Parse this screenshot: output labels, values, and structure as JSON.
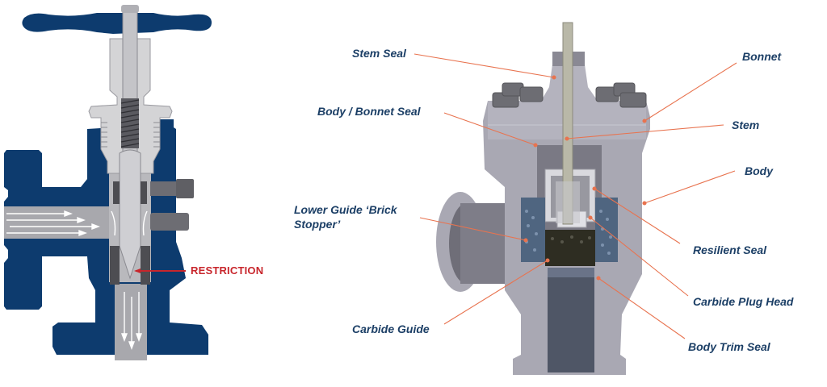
{
  "colors": {
    "navy": "#0d3b6e",
    "steel_light": "#c9c9cc",
    "steel_mid": "#a3a3a8",
    "steel_dark": "#6d6d73",
    "body_gray": "#a9a8b3",
    "body_gray_dark": "#8b8a96",
    "seal_blue": "#4f6580",
    "carbide_dark": "#2e2d22",
    "leader_line": "#e8734f",
    "label_text": "#1c3f66",
    "restriction_red": "#c8262c"
  },
  "left_diagram": {
    "callout": "RESTRICTION",
    "flow_arrows_inlet": 4,
    "flow_arrows_outlet": 3
  },
  "right_diagram": {
    "labels": [
      {
        "id": "stem-seal",
        "text": "Stem Seal"
      },
      {
        "id": "body-bonnet-seal",
        "text": "Body / Bonnet Seal"
      },
      {
        "id": "lower-guide",
        "text": "Lower Guide ‘Brick",
        "text2": "Stopper’"
      },
      {
        "id": "carbide-guide",
        "text": "Carbide Guide"
      },
      {
        "id": "bonnet",
        "text": "Bonnet"
      },
      {
        "id": "stem",
        "text": "Stem"
      },
      {
        "id": "body",
        "text": "Body"
      },
      {
        "id": "resilient-seal",
        "text": "Resilient Seal"
      },
      {
        "id": "carbide-plug-head",
        "text": "Carbide Plug Head"
      },
      {
        "id": "body-trim-seal",
        "text": "Body Trim Seal"
      }
    ]
  }
}
